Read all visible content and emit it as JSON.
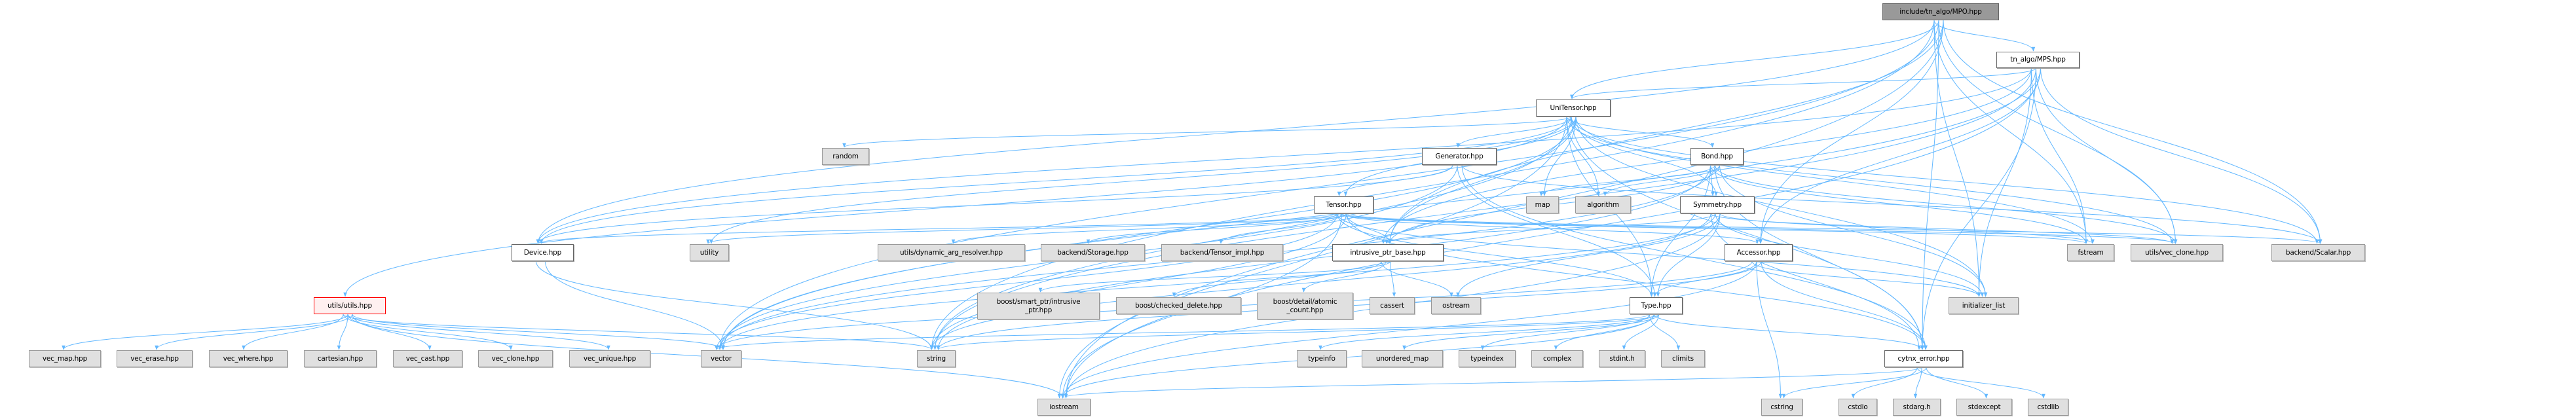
{
  "colors": {
    "edge": "#63b8ff",
    "root_fill": "#999999",
    "doc_fill": "#ffffff",
    "ext_fill": "#e0e0e0",
    "incomplete_border": "#ff0000"
  },
  "nodes": [
    {
      "id": "mpo",
      "label": "include/tn_algo/MPO.hpp",
      "kind": "root"
    },
    {
      "id": "mps",
      "label": "tn_algo/MPS.hpp",
      "kind": "doc"
    },
    {
      "id": "unitensor",
      "label": "UniTensor.hpp",
      "kind": "doc"
    },
    {
      "id": "random",
      "label": "random",
      "kind": "ext"
    },
    {
      "id": "generator",
      "label": "Generator.hpp",
      "kind": "doc"
    },
    {
      "id": "bond",
      "label": "Bond.hpp",
      "kind": "doc"
    },
    {
      "id": "tensor",
      "label": "Tensor.hpp",
      "kind": "doc"
    },
    {
      "id": "map",
      "label": "map",
      "kind": "ext"
    },
    {
      "id": "algorithm",
      "label": "algorithm",
      "kind": "ext"
    },
    {
      "id": "symmetry",
      "label": "Symmetry.hpp",
      "kind": "doc"
    },
    {
      "id": "device",
      "label": "Device.hpp",
      "kind": "doc"
    },
    {
      "id": "utility",
      "label": "utility",
      "kind": "ext"
    },
    {
      "id": "dynarg",
      "label": "utils/dynamic_arg_resolver.hpp",
      "kind": "ext"
    },
    {
      "id": "storage",
      "label": "backend/Storage.hpp",
      "kind": "ext"
    },
    {
      "id": "timpl",
      "label": "backend/Tensor_impl.hpp",
      "kind": "ext"
    },
    {
      "id": "intrusive",
      "label": "intrusive_ptr_base.hpp",
      "kind": "doc"
    },
    {
      "id": "accessor",
      "label": "Accessor.hpp",
      "kind": "doc"
    },
    {
      "id": "fstream",
      "label": "fstream",
      "kind": "ext"
    },
    {
      "id": "vecclone_u",
      "label": "utils/vec_clone.hpp",
      "kind": "ext"
    },
    {
      "id": "scalar",
      "label": "backend/Scalar.hpp",
      "kind": "ext"
    },
    {
      "id": "utils",
      "label": "utils/utils.hpp",
      "kind": "red"
    },
    {
      "id": "boostptr",
      "label": "boost/smart_ptr/intrusive\n_ptr.hpp",
      "kind": "ext"
    },
    {
      "id": "checked",
      "label": "boost/checked_delete.hpp",
      "kind": "ext"
    },
    {
      "id": "atomic",
      "label": "boost/detail/atomic\n_count.hpp",
      "kind": "ext"
    },
    {
      "id": "cassert",
      "label": "cassert",
      "kind": "ext"
    },
    {
      "id": "ostream",
      "label": "ostream",
      "kind": "ext"
    },
    {
      "id": "type",
      "label": "Type.hpp",
      "kind": "doc"
    },
    {
      "id": "initlist",
      "label": "initializer_list",
      "kind": "ext"
    },
    {
      "id": "vec_map",
      "label": "vec_map.hpp",
      "kind": "ext"
    },
    {
      "id": "vec_erase",
      "label": "vec_erase.hpp",
      "kind": "ext"
    },
    {
      "id": "vec_where",
      "label": "vec_where.hpp",
      "kind": "ext"
    },
    {
      "id": "cartesian",
      "label": "cartesian.hpp",
      "kind": "ext"
    },
    {
      "id": "vec_cast",
      "label": "vec_cast.hpp",
      "kind": "ext"
    },
    {
      "id": "vec_clone",
      "label": "vec_clone.hpp",
      "kind": "ext"
    },
    {
      "id": "vec_unique",
      "label": "vec_unique.hpp",
      "kind": "ext"
    },
    {
      "id": "vector",
      "label": "vector",
      "kind": "ext"
    },
    {
      "id": "string",
      "label": "string",
      "kind": "ext"
    },
    {
      "id": "typeinfo",
      "label": "typeinfo",
      "kind": "ext"
    },
    {
      "id": "unordered_map",
      "label": "unordered_map",
      "kind": "ext"
    },
    {
      "id": "typeindex",
      "label": "typeindex",
      "kind": "ext"
    },
    {
      "id": "complex",
      "label": "complex",
      "kind": "ext"
    },
    {
      "id": "stdint",
      "label": "stdint.h",
      "kind": "ext"
    },
    {
      "id": "climits",
      "label": "climits",
      "kind": "ext"
    },
    {
      "id": "cytnx_error",
      "label": "cytnx_error.hpp",
      "kind": "doc"
    },
    {
      "id": "iostream",
      "label": "iostream",
      "kind": "ext"
    },
    {
      "id": "cstring",
      "label": "cstring",
      "kind": "ext"
    },
    {
      "id": "cstdio",
      "label": "cstdio",
      "kind": "ext"
    },
    {
      "id": "stdarg",
      "label": "stdarg.h",
      "kind": "ext"
    },
    {
      "id": "stdexcept",
      "label": "stdexcept",
      "kind": "ext"
    },
    {
      "id": "cstdlib",
      "label": "cstdlib",
      "kind": "ext"
    }
  ],
  "edges": [
    [
      "mpo",
      "mps"
    ],
    [
      "mpo",
      "unitensor"
    ],
    [
      "mpo",
      "accessor"
    ],
    [
      "mpo",
      "fstream"
    ],
    [
      "mpo",
      "vecclone_u"
    ],
    [
      "mpo",
      "scalar"
    ],
    [
      "mpo",
      "initlist"
    ],
    [
      "mpo",
      "cytnx_error"
    ],
    [
      "mpo",
      "iostream"
    ],
    [
      "mpo",
      "string"
    ],
    [
      "mpo",
      "vector"
    ],
    [
      "mpo",
      "intrusive"
    ],
    [
      "mpo",
      "device"
    ],
    [
      "mps",
      "unitensor"
    ],
    [
      "mps",
      "accessor"
    ],
    [
      "mps",
      "fstream"
    ],
    [
      "mps",
      "vecclone_u"
    ],
    [
      "mps",
      "scalar"
    ],
    [
      "mps",
      "initlist"
    ],
    [
      "mps",
      "cytnx_error"
    ],
    [
      "mps",
      "iostream"
    ],
    [
      "mps",
      "device"
    ],
    [
      "mps",
      "string"
    ],
    [
      "mps",
      "vector"
    ],
    [
      "mps",
      "intrusive"
    ],
    [
      "unitensor",
      "generator"
    ],
    [
      "unitensor",
      "tensor"
    ],
    [
      "unitensor",
      "bond"
    ],
    [
      "unitensor",
      "symmetry"
    ],
    [
      "unitensor",
      "map"
    ],
    [
      "unitensor",
      "algorithm"
    ],
    [
      "unitensor",
      "random"
    ],
    [
      "unitensor",
      "utility"
    ],
    [
      "unitensor",
      "utils"
    ],
    [
      "unitensor",
      "device"
    ],
    [
      "unitensor",
      "intrusive"
    ],
    [
      "unitensor",
      "type"
    ],
    [
      "unitensor",
      "cytnx_error"
    ],
    [
      "unitensor",
      "fstream"
    ],
    [
      "unitensor",
      "vecclone_u"
    ],
    [
      "unitensor",
      "scalar"
    ],
    [
      "unitensor",
      "initlist"
    ],
    [
      "unitensor",
      "iostream"
    ],
    [
      "unitensor",
      "string"
    ],
    [
      "unitensor",
      "vector"
    ],
    [
      "generator",
      "tensor"
    ],
    [
      "generator",
      "type"
    ],
    [
      "generator",
      "cytnx_error"
    ],
    [
      "generator",
      "device"
    ],
    [
      "generator",
      "vector"
    ],
    [
      "generator",
      "scalar"
    ],
    [
      "bond",
      "symmetry"
    ],
    [
      "bond",
      "map"
    ],
    [
      "bond",
      "algorithm"
    ],
    [
      "bond",
      "type"
    ],
    [
      "bond",
      "cytnx_error"
    ],
    [
      "bond",
      "intrusive"
    ],
    [
      "bond",
      "fstream"
    ],
    [
      "bond",
      "vecclone_u"
    ],
    [
      "bond",
      "initlist"
    ],
    [
      "bond",
      "string"
    ],
    [
      "bond",
      "vector"
    ],
    [
      "symmetry",
      "type"
    ],
    [
      "symmetry",
      "cytnx_error"
    ],
    [
      "symmetry",
      "intrusive"
    ],
    [
      "symmetry",
      "fstream"
    ],
    [
      "symmetry",
      "vecclone_u"
    ],
    [
      "symmetry",
      "initlist"
    ],
    [
      "symmetry",
      "ostream"
    ],
    [
      "symmetry",
      "string"
    ],
    [
      "symmetry",
      "vector"
    ],
    [
      "symmetry",
      "iostream"
    ],
    [
      "tensor",
      "device"
    ],
    [
      "tensor",
      "utility"
    ],
    [
      "tensor",
      "dynarg"
    ],
    [
      "tensor",
      "storage"
    ],
    [
      "tensor",
      "timpl"
    ],
    [
      "tensor",
      "intrusive"
    ],
    [
      "tensor",
      "type"
    ],
    [
      "tensor",
      "accessor"
    ],
    [
      "tensor",
      "cytnx_error"
    ],
    [
      "tensor",
      "fstream"
    ],
    [
      "tensor",
      "vecclone_u"
    ],
    [
      "tensor",
      "scalar"
    ],
    [
      "tensor",
      "initlist"
    ],
    [
      "tensor",
      "iostream"
    ],
    [
      "tensor",
      "string"
    ],
    [
      "tensor",
      "vector"
    ],
    [
      "accessor",
      "type"
    ],
    [
      "accessor",
      "cytnx_error"
    ],
    [
      "accessor",
      "initlist"
    ],
    [
      "accessor",
      "cstring"
    ],
    [
      "accessor",
      "string"
    ],
    [
      "accessor",
      "vector"
    ],
    [
      "accessor",
      "iostream"
    ],
    [
      "intrusive",
      "boostptr"
    ],
    [
      "intrusive",
      "checked"
    ],
    [
      "intrusive",
      "atomic"
    ],
    [
      "intrusive",
      "cassert"
    ],
    [
      "intrusive",
      "ostream"
    ],
    [
      "type",
      "typeinfo"
    ],
    [
      "type",
      "unordered_map"
    ],
    [
      "type",
      "typeindex"
    ],
    [
      "type",
      "complex"
    ],
    [
      "type",
      "stdint"
    ],
    [
      "type",
      "climits"
    ],
    [
      "type",
      "cytnx_error"
    ],
    [
      "type",
      "string"
    ],
    [
      "type",
      "vector"
    ],
    [
      "type",
      "iostream"
    ],
    [
      "cytnx_error",
      "cstring"
    ],
    [
      "cytnx_error",
      "cstdio"
    ],
    [
      "cytnx_error",
      "stdarg"
    ],
    [
      "cytnx_error",
      "stdexcept"
    ],
    [
      "cytnx_error",
      "cstdlib"
    ],
    [
      "cytnx_error",
      "iostream"
    ],
    [
      "device",
      "vector"
    ],
    [
      "device",
      "string"
    ],
    [
      "utils",
      "vec_map"
    ],
    [
      "utils",
      "vec_erase"
    ],
    [
      "utils",
      "vec_where"
    ],
    [
      "utils",
      "cartesian"
    ],
    [
      "utils",
      "vec_cast"
    ],
    [
      "utils",
      "vec_clone"
    ],
    [
      "utils",
      "vec_unique"
    ],
    [
      "utils",
      "vector"
    ],
    [
      "utils",
      "string"
    ],
    [
      "utils",
      "iostream"
    ]
  ]
}
